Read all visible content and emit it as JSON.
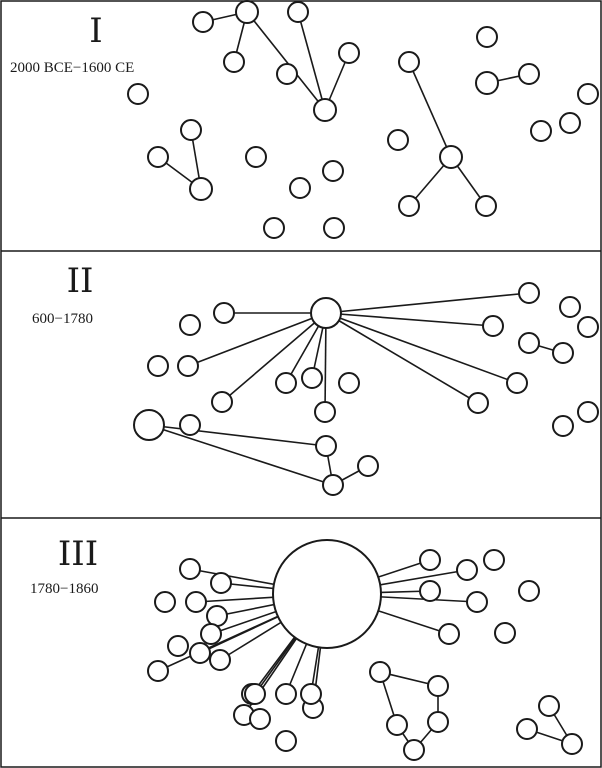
{
  "panels": [
    {
      "numeral": "I",
      "date_range": "2000 BCE−1600 CE",
      "hubs": [
        {
          "size": "small",
          "spokes": 2
        },
        {
          "size": "small",
          "spokes": 3
        },
        {
          "size": "small",
          "spokes": 3
        },
        {
          "size": "small",
          "spokes": 2
        },
        {
          "size": "small",
          "spokes": 1
        }
      ]
    },
    {
      "numeral": "II",
      "date_range": "600−1780",
      "hubs": [
        {
          "size": "medium",
          "spokes": 10
        },
        {
          "size": "medium",
          "spokes": 2
        }
      ]
    },
    {
      "numeral": "III",
      "date_range": "1780−1860",
      "hubs": [
        {
          "size": "large",
          "spokes": 19
        }
      ]
    }
  ],
  "colors": {
    "ink": "#1a1a1a",
    "background": "#ffffff"
  }
}
